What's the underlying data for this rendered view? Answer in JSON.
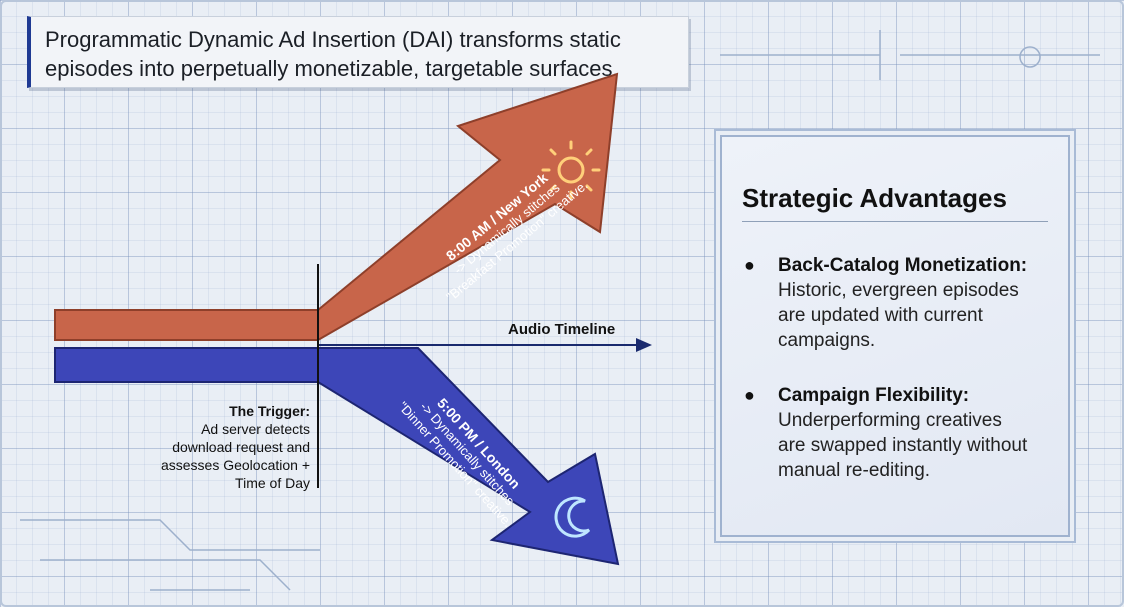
{
  "header": {
    "text": "Programmatic Dynamic Ad Insertion (DAI) transforms static episodes into perpetually monetizable, targetable surfaces."
  },
  "diagram": {
    "timeline_label": "Audio Timeline",
    "morning": {
      "lead": "8:00 AM / New York",
      "line1": "-> Dynamically stitches",
      "line2": "\"Breakfast Promotion\" creative.",
      "icon": "sun-icon",
      "color": "#c8654a"
    },
    "evening": {
      "lead": "5:00 PM / London",
      "line1": "-> Dynamically stitches",
      "line2": "\"Dinner Promotion\" creative.",
      "icon": "moon-icon",
      "color": "#3d46b8"
    },
    "trigger": {
      "title": "The Trigger:",
      "line1": "Ad server detects",
      "line2": "download request and",
      "line3": "assesses Geolocation +",
      "line4": "Time of Day"
    }
  },
  "panel": {
    "title": "Strategic Advantages",
    "items": [
      {
        "title": "Back-Catalog Monetization:",
        "body": [
          "Historic, evergreen episodes",
          "are updated with current",
          "campaigns."
        ]
      },
      {
        "title": "Campaign Flexibility:",
        "body": [
          "Underperforming creatives",
          "are swapped instantly without",
          "manual re-editing."
        ]
      }
    ]
  }
}
